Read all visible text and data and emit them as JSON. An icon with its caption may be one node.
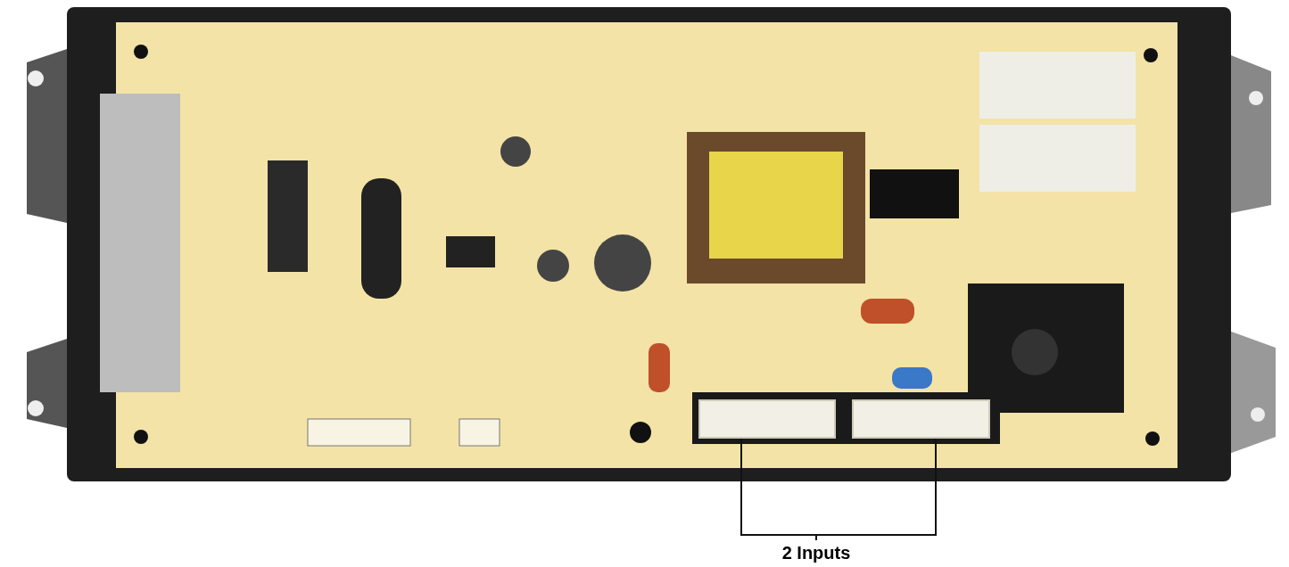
{
  "diagram": {
    "nodes": [
      {
        "text": [
          "2 Inputs"
        ]
      },
      {
        "text": [],
        "shape": "box"
      },
      {
        "text": [],
        "shape": "box"
      }
    ],
    "edges": [
      {
        "from": 0,
        "to": 1,
        "arrow": "none"
      },
      {
        "from": 0,
        "to": 2,
        "arrow": "none"
      }
    ]
  }
}
